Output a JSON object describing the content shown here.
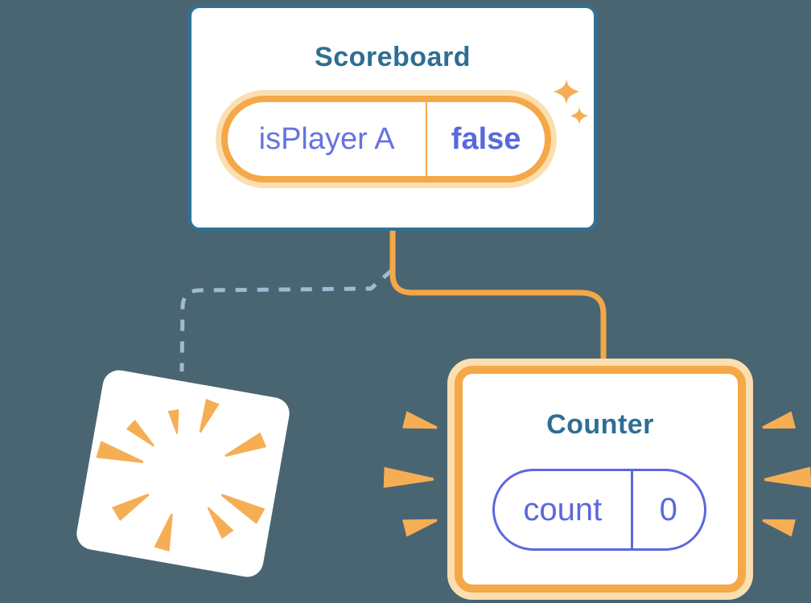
{
  "illustration": {
    "description": "component state diagram",
    "background_color": "#4A6572"
  },
  "colors": {
    "background": "#4A6572",
    "card_border_blue": "#2F7296",
    "heading_blue": "#2E6E93",
    "accent_orange": "#F4A847",
    "accent_orange_glow": "#FBDFB0",
    "burst_orange": "#F6AE55",
    "state_purple": "#6673E0",
    "state_value_purple": "#5A67DE",
    "pill_purple": "#5B68DD",
    "dashed_line_blue": "#9FBBD1",
    "card_white": "#FFFFFF"
  },
  "scoreboard_card": {
    "title": "Scoreboard",
    "state_pill": {
      "label": "isPlayer A",
      "value": "false"
    }
  },
  "counter_card": {
    "title": "Counter",
    "state_pill": {
      "label": "count",
      "value": "0"
    }
  },
  "icons": {
    "sparkle_large": "four-point-star",
    "sparkle_small": "four-point-star",
    "burst": "radial-orange-wedges",
    "emphasis_marks": "three-wedges-each-side"
  }
}
